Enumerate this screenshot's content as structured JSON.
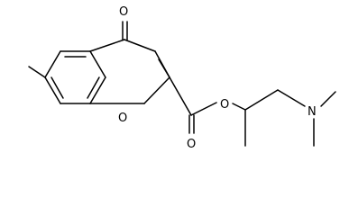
{
  "molecule": {
    "atoms": {
      "ketone_oxygen": "O",
      "ring_oxygen": "O",
      "carbonyl_oxygen": "O",
      "ester_oxygen": "O",
      "amine_nitrogen": "N"
    }
  },
  "colors": {
    "bond": "#000000",
    "label": "#000000",
    "background": "#ffffff"
  }
}
